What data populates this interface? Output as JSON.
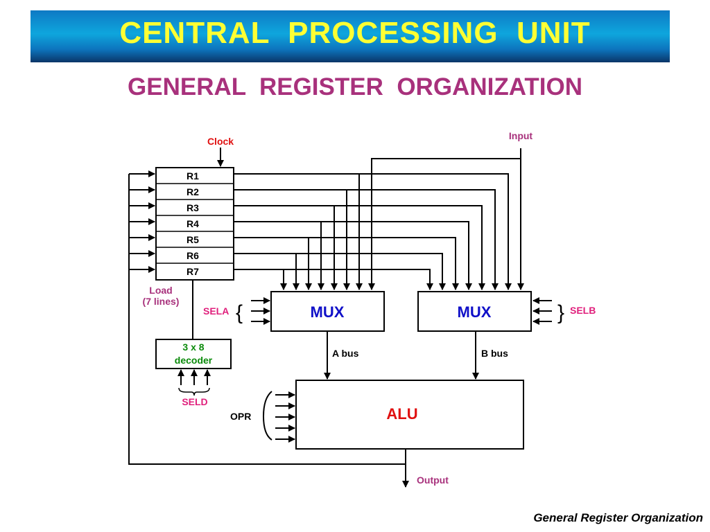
{
  "header": {
    "title": "CENTRAL  PROCESSING  UNIT",
    "subtitle": "GENERAL  REGISTER  ORGANIZATION"
  },
  "diagram": {
    "clock": "Clock",
    "input": "Input",
    "registers": [
      "R1",
      "R2",
      "R3",
      "R4",
      "R5",
      "R6",
      "R7"
    ],
    "load_line1": "Load",
    "load_line2": "(7 lines)",
    "decoder_line1": "3 x 8",
    "decoder_line2": "decoder",
    "seld": "SELD",
    "sela": "SELA",
    "selb": "SELB",
    "mux_a": "MUX",
    "mux_b": "MUX",
    "abus": "A bus",
    "bbus": "B bus",
    "alu": "ALU",
    "opr": "OPR",
    "output": "Output"
  },
  "colors": {
    "label_purple": "#a8317c",
    "label_red": "#e01010",
    "mux_blue": "#1010c8",
    "decoder_green": "#0a8a0a",
    "sel_magenta": "#e0207c",
    "clock_red": "#e01010"
  },
  "footer": "General Register Organization"
}
